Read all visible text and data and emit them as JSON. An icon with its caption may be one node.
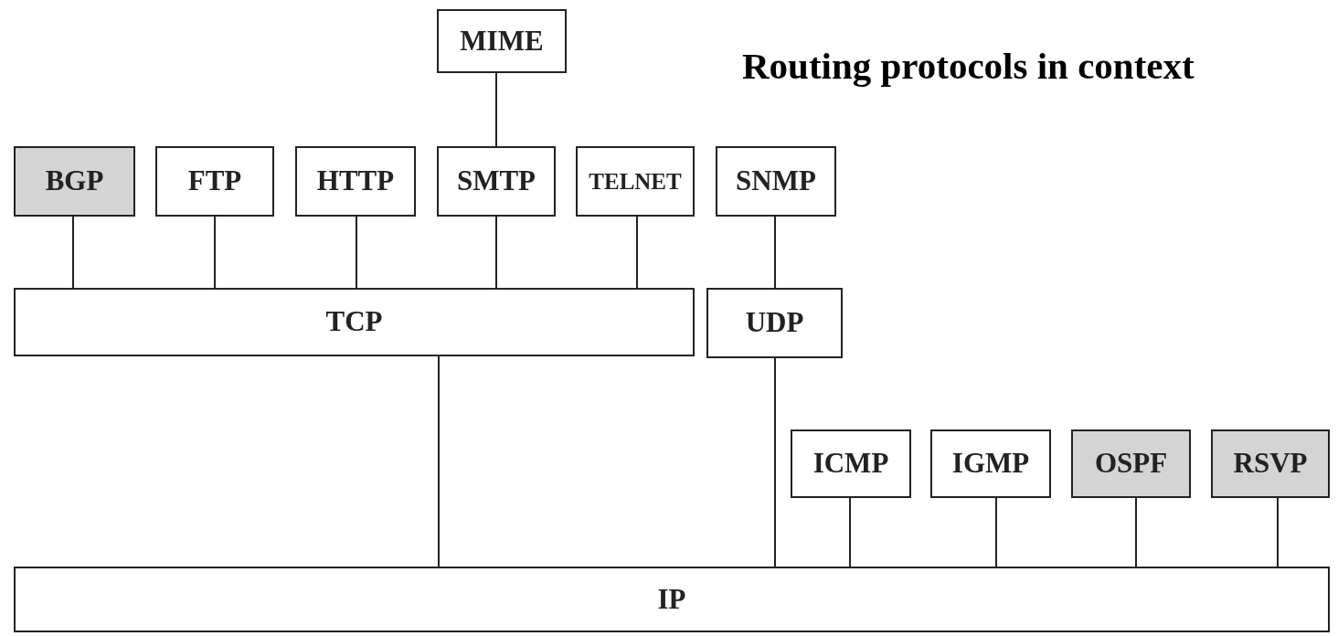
{
  "diagram": {
    "title": "Routing protocols in context",
    "nodes": [
      {
        "text": [
          "MIME"
        ]
      },
      {
        "text": [
          "BGP"
        ]
      },
      {
        "text": [
          "FTP"
        ]
      },
      {
        "text": [
          "HTTP"
        ]
      },
      {
        "text": [
          "SMTP"
        ]
      },
      {
        "text": [
          "TELNET"
        ]
      },
      {
        "text": [
          "SNMP"
        ]
      },
      {
        "text": [
          "TCP"
        ]
      },
      {
        "text": [
          "UDP"
        ]
      },
      {
        "text": [
          "ICMP"
        ]
      },
      {
        "text": [
          "IGMP"
        ]
      },
      {
        "text": [
          "OSPF"
        ]
      },
      {
        "text": [
          "RSVP"
        ]
      },
      {
        "text": [
          "IP"
        ]
      }
    ],
    "edges": [
      {
        "from": 0,
        "to": 4,
        "arrow": "none"
      },
      {
        "from": 1,
        "to": 7,
        "arrow": "none"
      },
      {
        "from": 2,
        "to": 7,
        "arrow": "none"
      },
      {
        "from": 3,
        "to": 7,
        "arrow": "none"
      },
      {
        "from": 4,
        "to": 7,
        "arrow": "none"
      },
      {
        "from": 5,
        "to": 7,
        "arrow": "none"
      },
      {
        "from": 6,
        "to": 8,
        "arrow": "none"
      },
      {
        "from": 7,
        "to": 13,
        "arrow": "none"
      },
      {
        "from": 8,
        "to": 13,
        "arrow": "none"
      },
      {
        "from": 9,
        "to": 13,
        "arrow": "none"
      },
      {
        "from": 10,
        "to": 13,
        "arrow": "none"
      },
      {
        "from": 11,
        "to": 13,
        "arrow": "none"
      },
      {
        "from": 12,
        "to": 13,
        "arrow": "none"
      }
    ]
  }
}
